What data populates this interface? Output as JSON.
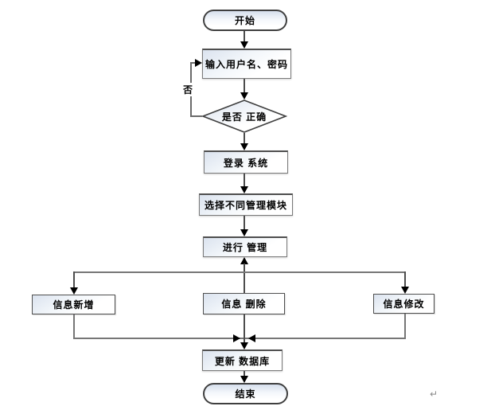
{
  "flowchart": {
    "type": "flowchart",
    "language": "zh-CN",
    "nodes": {
      "start": {
        "type": "terminator",
        "label": "开始"
      },
      "input": {
        "type": "process",
        "label": "输入用户名、密码"
      },
      "decision": {
        "type": "decision",
        "label": "是否 正确"
      },
      "login": {
        "type": "process",
        "label": "登录 系统"
      },
      "select_module": {
        "type": "process",
        "label": "选择不同管理模块"
      },
      "manage": {
        "type": "process",
        "label": "进行 管理"
      },
      "info_add": {
        "type": "process",
        "label": "信息新增"
      },
      "info_delete": {
        "type": "process",
        "label": "信息 删除"
      },
      "info_modify": {
        "type": "process",
        "label": "信息修改"
      },
      "update_db": {
        "type": "process",
        "label": "更新 数据库"
      },
      "end": {
        "type": "terminator",
        "label": "结束"
      }
    },
    "edge_labels": {
      "decision_no": "否"
    },
    "edges": [
      {
        "from": "start",
        "to": "input"
      },
      {
        "from": "input",
        "to": "decision"
      },
      {
        "from": "decision",
        "to": "input",
        "label": "否"
      },
      {
        "from": "decision",
        "to": "login"
      },
      {
        "from": "login",
        "to": "select_module"
      },
      {
        "from": "select_module",
        "to": "manage"
      },
      {
        "from": "manage",
        "to": "info_add"
      },
      {
        "from": "manage",
        "to": "info_delete"
      },
      {
        "from": "manage",
        "to": "info_modify"
      },
      {
        "from": "info_add",
        "to": "update_db"
      },
      {
        "from": "info_delete",
        "to": "update_db"
      },
      {
        "from": "info_modify",
        "to": "update_db"
      },
      {
        "from": "update_db",
        "to": "end"
      }
    ],
    "colors": {
      "node_fill_top": "#dbe3ef",
      "node_fill_bottom": "#ffffff",
      "node_border": "#7a7a7a",
      "node_border_dark": "#4f4f4f",
      "terminator_border": "#3f3f3f",
      "connector_line": "#4d4d4d",
      "branch_line": "#767676",
      "arrowhead": "#000000",
      "text": "#000000",
      "background": "#ffffff"
    },
    "marks": {
      "paragraph_return": "↵"
    }
  }
}
